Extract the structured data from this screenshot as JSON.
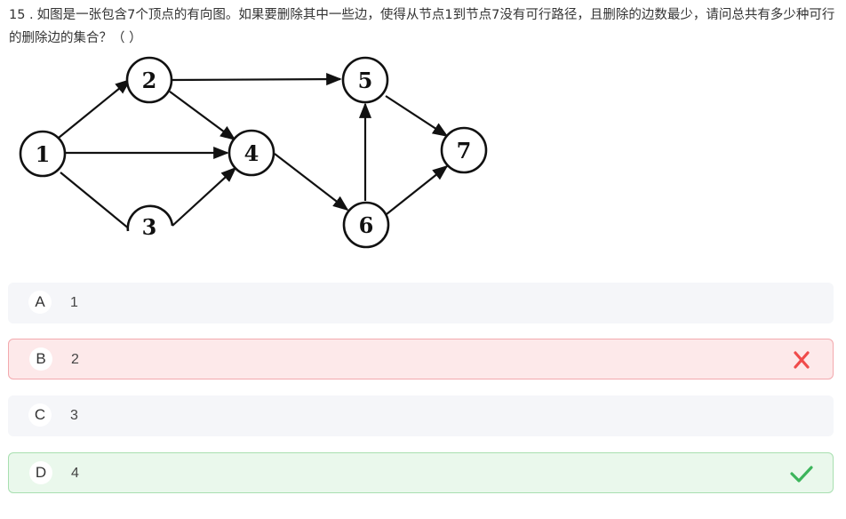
{
  "question": {
    "number": "15 .",
    "text": "如图是一张包含7个顶点的有向图。如果要删除其中一些边，使得从节点1到节点7没有可行路径，且删除的边数最少，请问总共有多少种可行的删除边的集合？（ ）"
  },
  "graph": {
    "nodes": [
      "1",
      "2",
      "3",
      "4",
      "5",
      "6",
      "7"
    ]
  },
  "options": [
    {
      "letter": "A",
      "text": "1",
      "state": "normal"
    },
    {
      "letter": "B",
      "text": "2",
      "state": "wrong"
    },
    {
      "letter": "C",
      "text": "3",
      "state": "normal"
    },
    {
      "letter": "D",
      "text": "4",
      "state": "correct"
    }
  ],
  "colors": {
    "wrong_mark": "#f04b4b",
    "correct_mark": "#3cb55b",
    "wrong_bg": "#fde9ea",
    "correct_bg": "#eaf8ec",
    "neutral_bg": "#f5f6f9"
  },
  "icons": {
    "wrong": "cross-icon",
    "correct": "check-icon"
  }
}
